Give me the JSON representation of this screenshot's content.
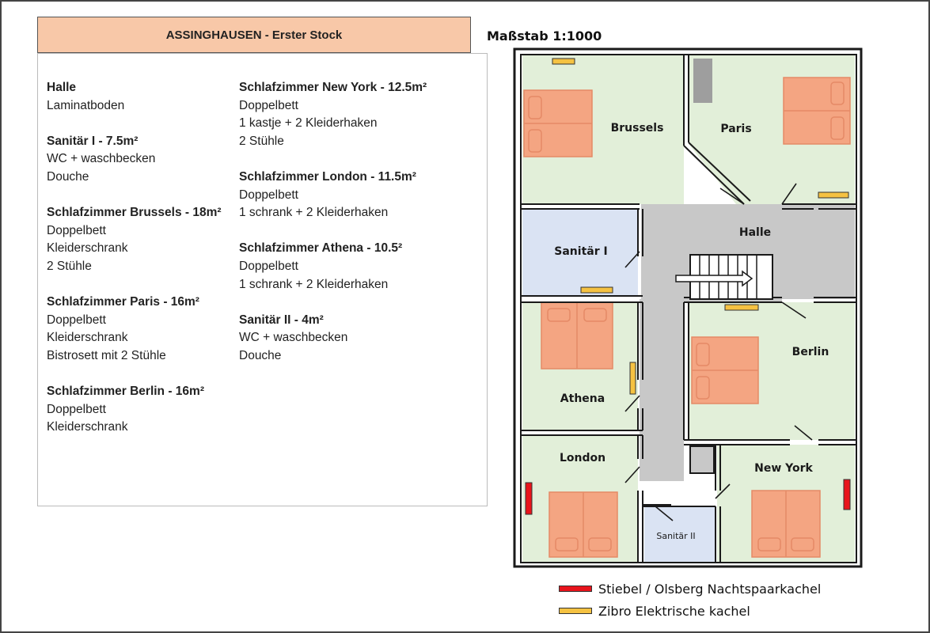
{
  "header": {
    "title": "ASSINGHAUSEN - Erster Stock"
  },
  "scale": {
    "label": "Maßstab 1:1000"
  },
  "rooms_info": {
    "left": [
      {
        "heading": "Halle",
        "lines": [
          "Laminatboden"
        ]
      },
      {
        "heading": "Sanitär I  - 7.5m²",
        "lines": [
          "WC + waschbecken",
          "Douche"
        ]
      },
      {
        "heading": "Schlafzimmer Brussels - 18m²",
        "lines": [
          "Doppelbett",
          "Kleiderschrank",
          "2 Stühle"
        ]
      },
      {
        "heading": "Schlafzimmer Paris - 16m²",
        "lines": [
          "Doppelbett",
          "Kleiderschrank",
          "Bistrosett mit 2 Stühle"
        ]
      },
      {
        "heading": "Schlafzimmer Berlin - 16m²",
        "lines": [
          "Doppelbett",
          "Kleiderschrank"
        ]
      }
    ],
    "right": [
      {
        "heading": "Schlafzimmer New York - 12.5m²",
        "lines": [
          "Doppelbett",
          "1 kastje + 2 Kleiderhaken",
          "2 Stühle"
        ]
      },
      {
        "heading": "Schlafzimmer London - 11.5m²",
        "lines": [
          "Doppelbett",
          "1 schrank + 2 Kleiderhaken"
        ]
      },
      {
        "heading": "Schlafzimmer Athena - 10.5²",
        "lines": [
          "Doppelbett",
          "1 schrank + 2 Kleiderhaken"
        ]
      },
      {
        "heading": "Sanitär II - 4m²",
        "lines": [
          "WC + waschbecken",
          "Douche"
        ]
      }
    ]
  },
  "floorplan": {
    "rooms": {
      "brussels": "Brussels",
      "paris": "Paris",
      "halle": "Halle",
      "sanitaer1": "Sanitär I",
      "athena": "Athena",
      "berlin": "Berlin",
      "london": "London",
      "newyork": "New York",
      "sanitaer2": "Sanitär II"
    },
    "colors": {
      "bedroom": "#e2efd9",
      "sanitary": "#dae3f3",
      "hall": "#c8c8c8",
      "bed": "#f4a582",
      "wall": "#1a1a1a"
    }
  },
  "legend": {
    "items": [
      {
        "label": "Stiebel / Olsberg Nachtspaarkachel",
        "color": "#e8141c"
      },
      {
        "label": "Zibro Elektrische kachel",
        "color": "#f5c242"
      }
    ]
  }
}
